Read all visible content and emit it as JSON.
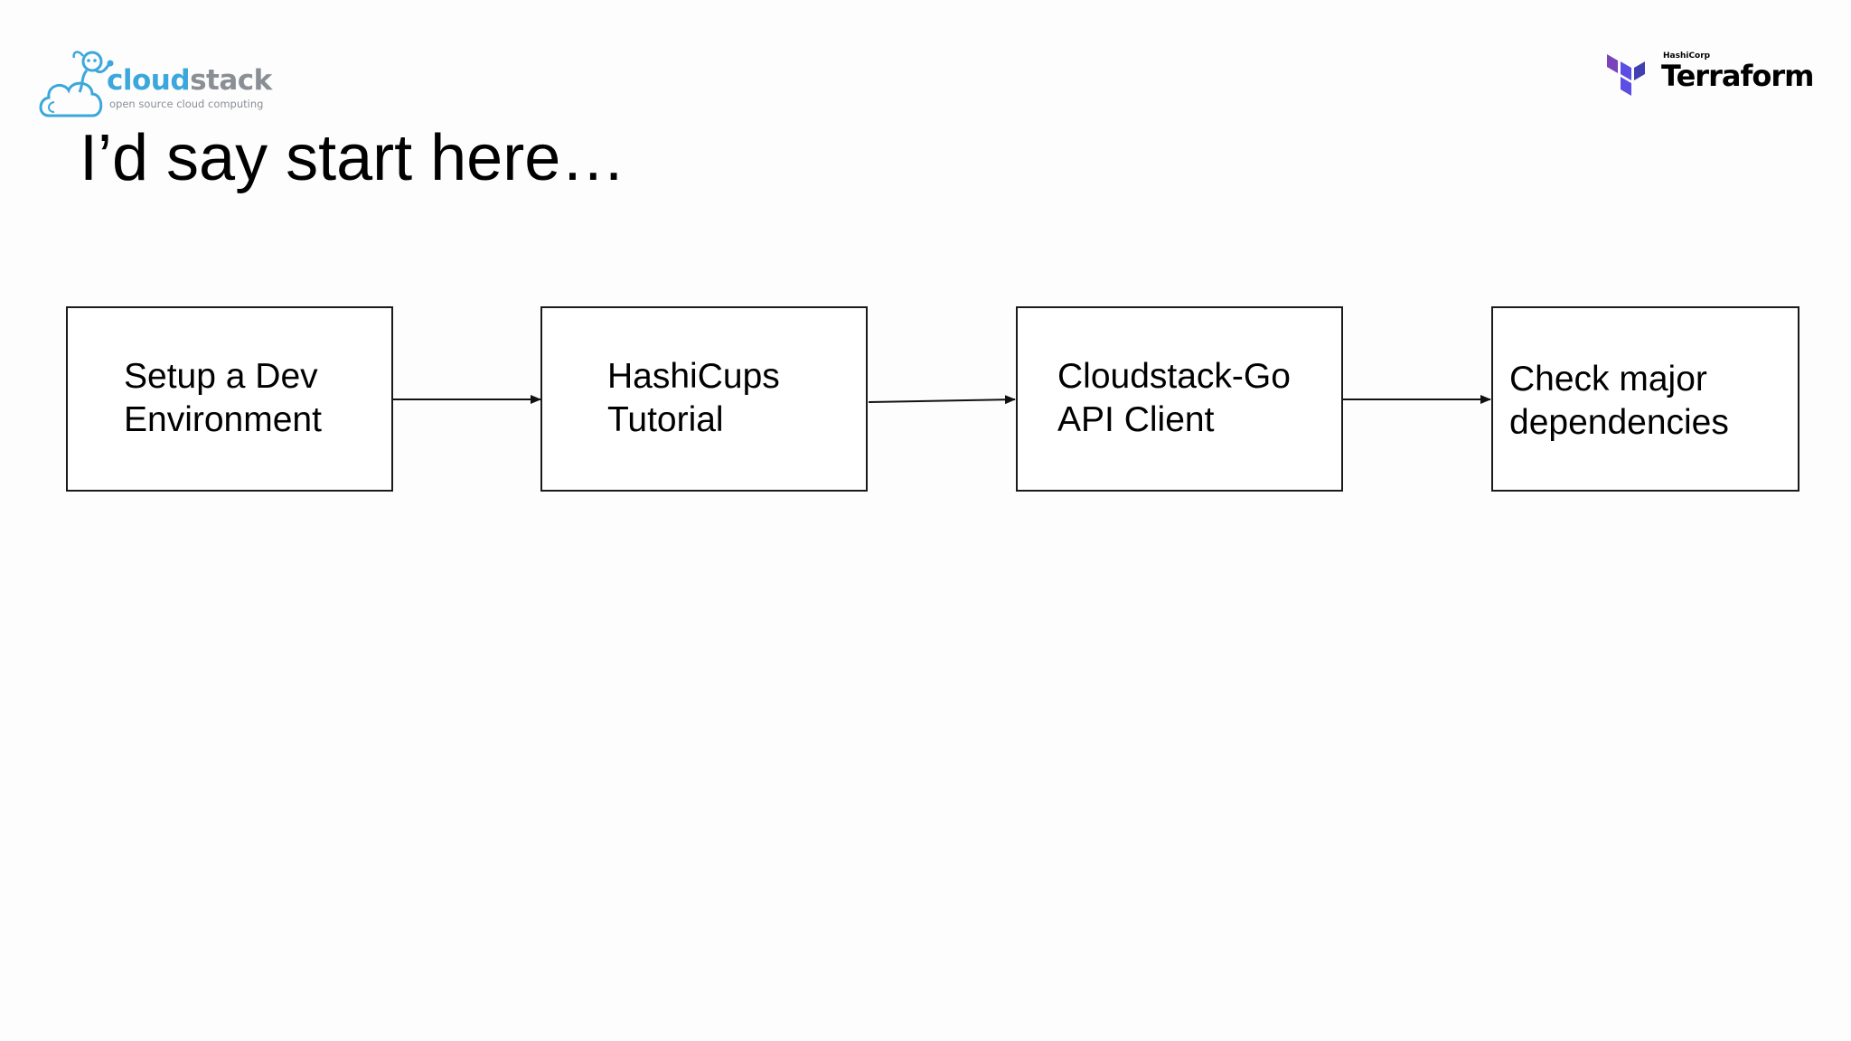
{
  "logos": {
    "cloudstack": {
      "name_part1": "cloud",
      "name_part2": "stack",
      "tagline": "open source cloud computing",
      "colors": {
        "blue": "#3ba7dc",
        "gray": "#8a8f96"
      }
    },
    "terraform": {
      "vendor": "HashiCorp",
      "name": "Terraform",
      "color": "#5c4ee5"
    }
  },
  "slide": {
    "title": "I’d say start here…"
  },
  "flow": {
    "steps": [
      {
        "line1": "Setup a Dev",
        "line2": "Environment"
      },
      {
        "line1": "HashiCups",
        "line2": "Tutorial"
      },
      {
        "line1": "Cloudstack-Go",
        "line2": "API Client"
      },
      {
        "line1": "Check major",
        "line2": "dependencies"
      }
    ]
  }
}
